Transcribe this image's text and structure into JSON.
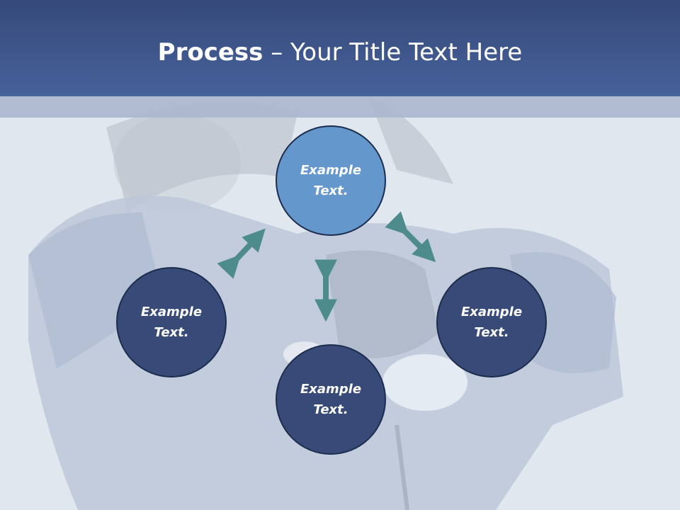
{
  "title": {
    "bold": "Process",
    "separator": " – ",
    "rest": "Your Title Text Here"
  },
  "nodes": {
    "top": "Example\nText.",
    "left": "Example\nText.",
    "right": "Example\nText.",
    "bottom": "Example\nText."
  },
  "colors": {
    "title_bar": "#3e5589",
    "node_dark": "#384b78",
    "node_light": "#6497cc",
    "arrow": "#4e8b8c"
  }
}
